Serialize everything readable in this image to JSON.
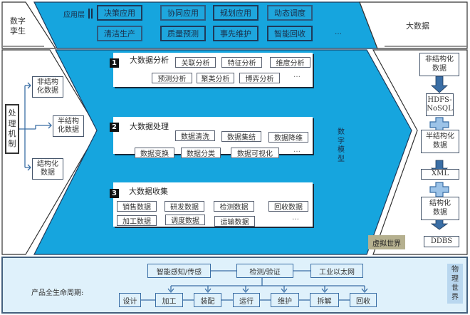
{
  "top": {
    "left_label": "数字\n孪生",
    "right_label": "大数据",
    "app_layer": {
      "label": "应用层",
      "row1": [
        "决策应用",
        "协同应用",
        "规划应用",
        "动态调度"
      ],
      "row2": [
        "清洁生产",
        "质量预测",
        "事先维护",
        "智能回收"
      ],
      "ellipsis": "…"
    }
  },
  "left": {
    "mechanism": "处\n理\n机\n制",
    "outputs": [
      "非结构\n化数据",
      "半结构\n化数据",
      "结构化\n数据"
    ]
  },
  "center": {
    "model_label": "数\n字\n模\n型",
    "panels": [
      {
        "num": "1",
        "title": "大数据分析",
        "row1": [
          "关联分析",
          "特征分析",
          "维度分析"
        ],
        "row2": [
          "预测分析",
          "聚类分析",
          "博弈分析"
        ],
        "ellipsis": "…"
      },
      {
        "num": "2",
        "title": "大数据处理",
        "row1": [
          "数据清洗",
          "数据集结",
          "数据降维"
        ],
        "row2": [
          "数据变换",
          "数据分类",
          "数据可视化"
        ],
        "ellipsis": "…"
      },
      {
        "num": "3",
        "title": "大数据收集",
        "row1": [
          "销售数据",
          "研发数据",
          "检测数据",
          "回收数据"
        ],
        "row2": [
          "加工数据",
          "调度数据",
          "运输数据"
        ],
        "ellipsis": "…"
      }
    ],
    "virtual_world": "虚拟世界"
  },
  "right": {
    "flow": [
      "非结构化\n数据",
      "HDFS-\nNoSQL",
      "半结构化\n数据",
      "XML",
      "结构化\n数据",
      "DDBS"
    ]
  },
  "bottom": {
    "lifecycle_label": "产品全生命周期:",
    "top_row": [
      "智能感知/传感",
      "检测/验证",
      "工业以太网"
    ],
    "stages": [
      "设计",
      "加工",
      "装配",
      "运行",
      "维护",
      "拆解",
      "回收"
    ],
    "physical_world": "物\n理\n世\n界"
  },
  "colors": {
    "blue": "#16a5de",
    "light_blue": "#dff1fb",
    "dark_border": "#1f3a5a",
    "arrow_blue": "#3a6ea5",
    "virtual_world_bg": "#b5b08f"
  }
}
